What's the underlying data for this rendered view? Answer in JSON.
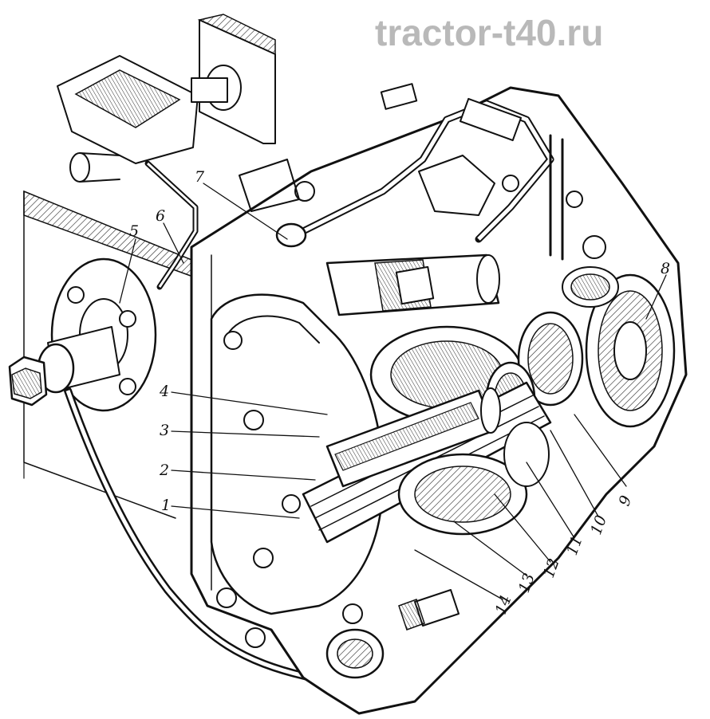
{
  "watermark": "tractor-t40.ru",
  "callouts": [
    {
      "id": "1",
      "text": "1"
    },
    {
      "id": "2",
      "text": "2"
    },
    {
      "id": "3",
      "text": "3"
    },
    {
      "id": "4",
      "text": "4"
    },
    {
      "id": "5",
      "text": "5"
    },
    {
      "id": "6",
      "text": "6"
    },
    {
      "id": "7",
      "text": "7"
    },
    {
      "id": "8",
      "text": "8"
    },
    {
      "id": "9",
      "text": "9"
    },
    {
      "id": "10",
      "text": "10"
    },
    {
      "id": "11",
      "text": "11"
    },
    {
      "id": "12",
      "text": "12"
    },
    {
      "id": "13",
      "text": "13"
    },
    {
      "id": "14",
      "text": "14"
    }
  ]
}
